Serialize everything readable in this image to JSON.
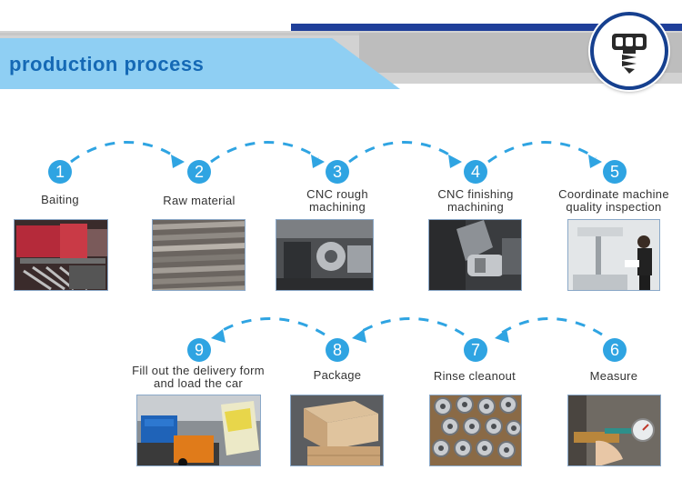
{
  "header": {
    "title": "production process"
  },
  "logo": {
    "icon": "screw-logo-icon"
  },
  "colors": {
    "accent": "#2fa4e2",
    "title": "#1569b5",
    "banner_blue": "#8fcff3",
    "dark_blue": "#1f3f9a"
  },
  "steps": [
    {
      "number": "1",
      "label": "Baiting",
      "photo": "baiting-photo"
    },
    {
      "number": "2",
      "label": "Raw material",
      "photo": "raw-material-photo"
    },
    {
      "number": "3",
      "label": "CNC rough\nmachining",
      "photo": "cnc-rough-photo"
    },
    {
      "number": "4",
      "label": "CNC finishing\nmachining",
      "photo": "cnc-finishing-photo"
    },
    {
      "number": "5",
      "label": "Coordinate machine\nquality inspection",
      "photo": "inspection-photo"
    },
    {
      "number": "6",
      "label": "Measure",
      "photo": "measure-photo"
    },
    {
      "number": "7",
      "label": "Rinse cleanout",
      "photo": "rinse-photo"
    },
    {
      "number": "8",
      "label": "Package",
      "photo": "package-photo"
    },
    {
      "number": "9",
      "label": "Fill out the delivery form\nand load the car",
      "photo": "delivery-photo"
    }
  ]
}
